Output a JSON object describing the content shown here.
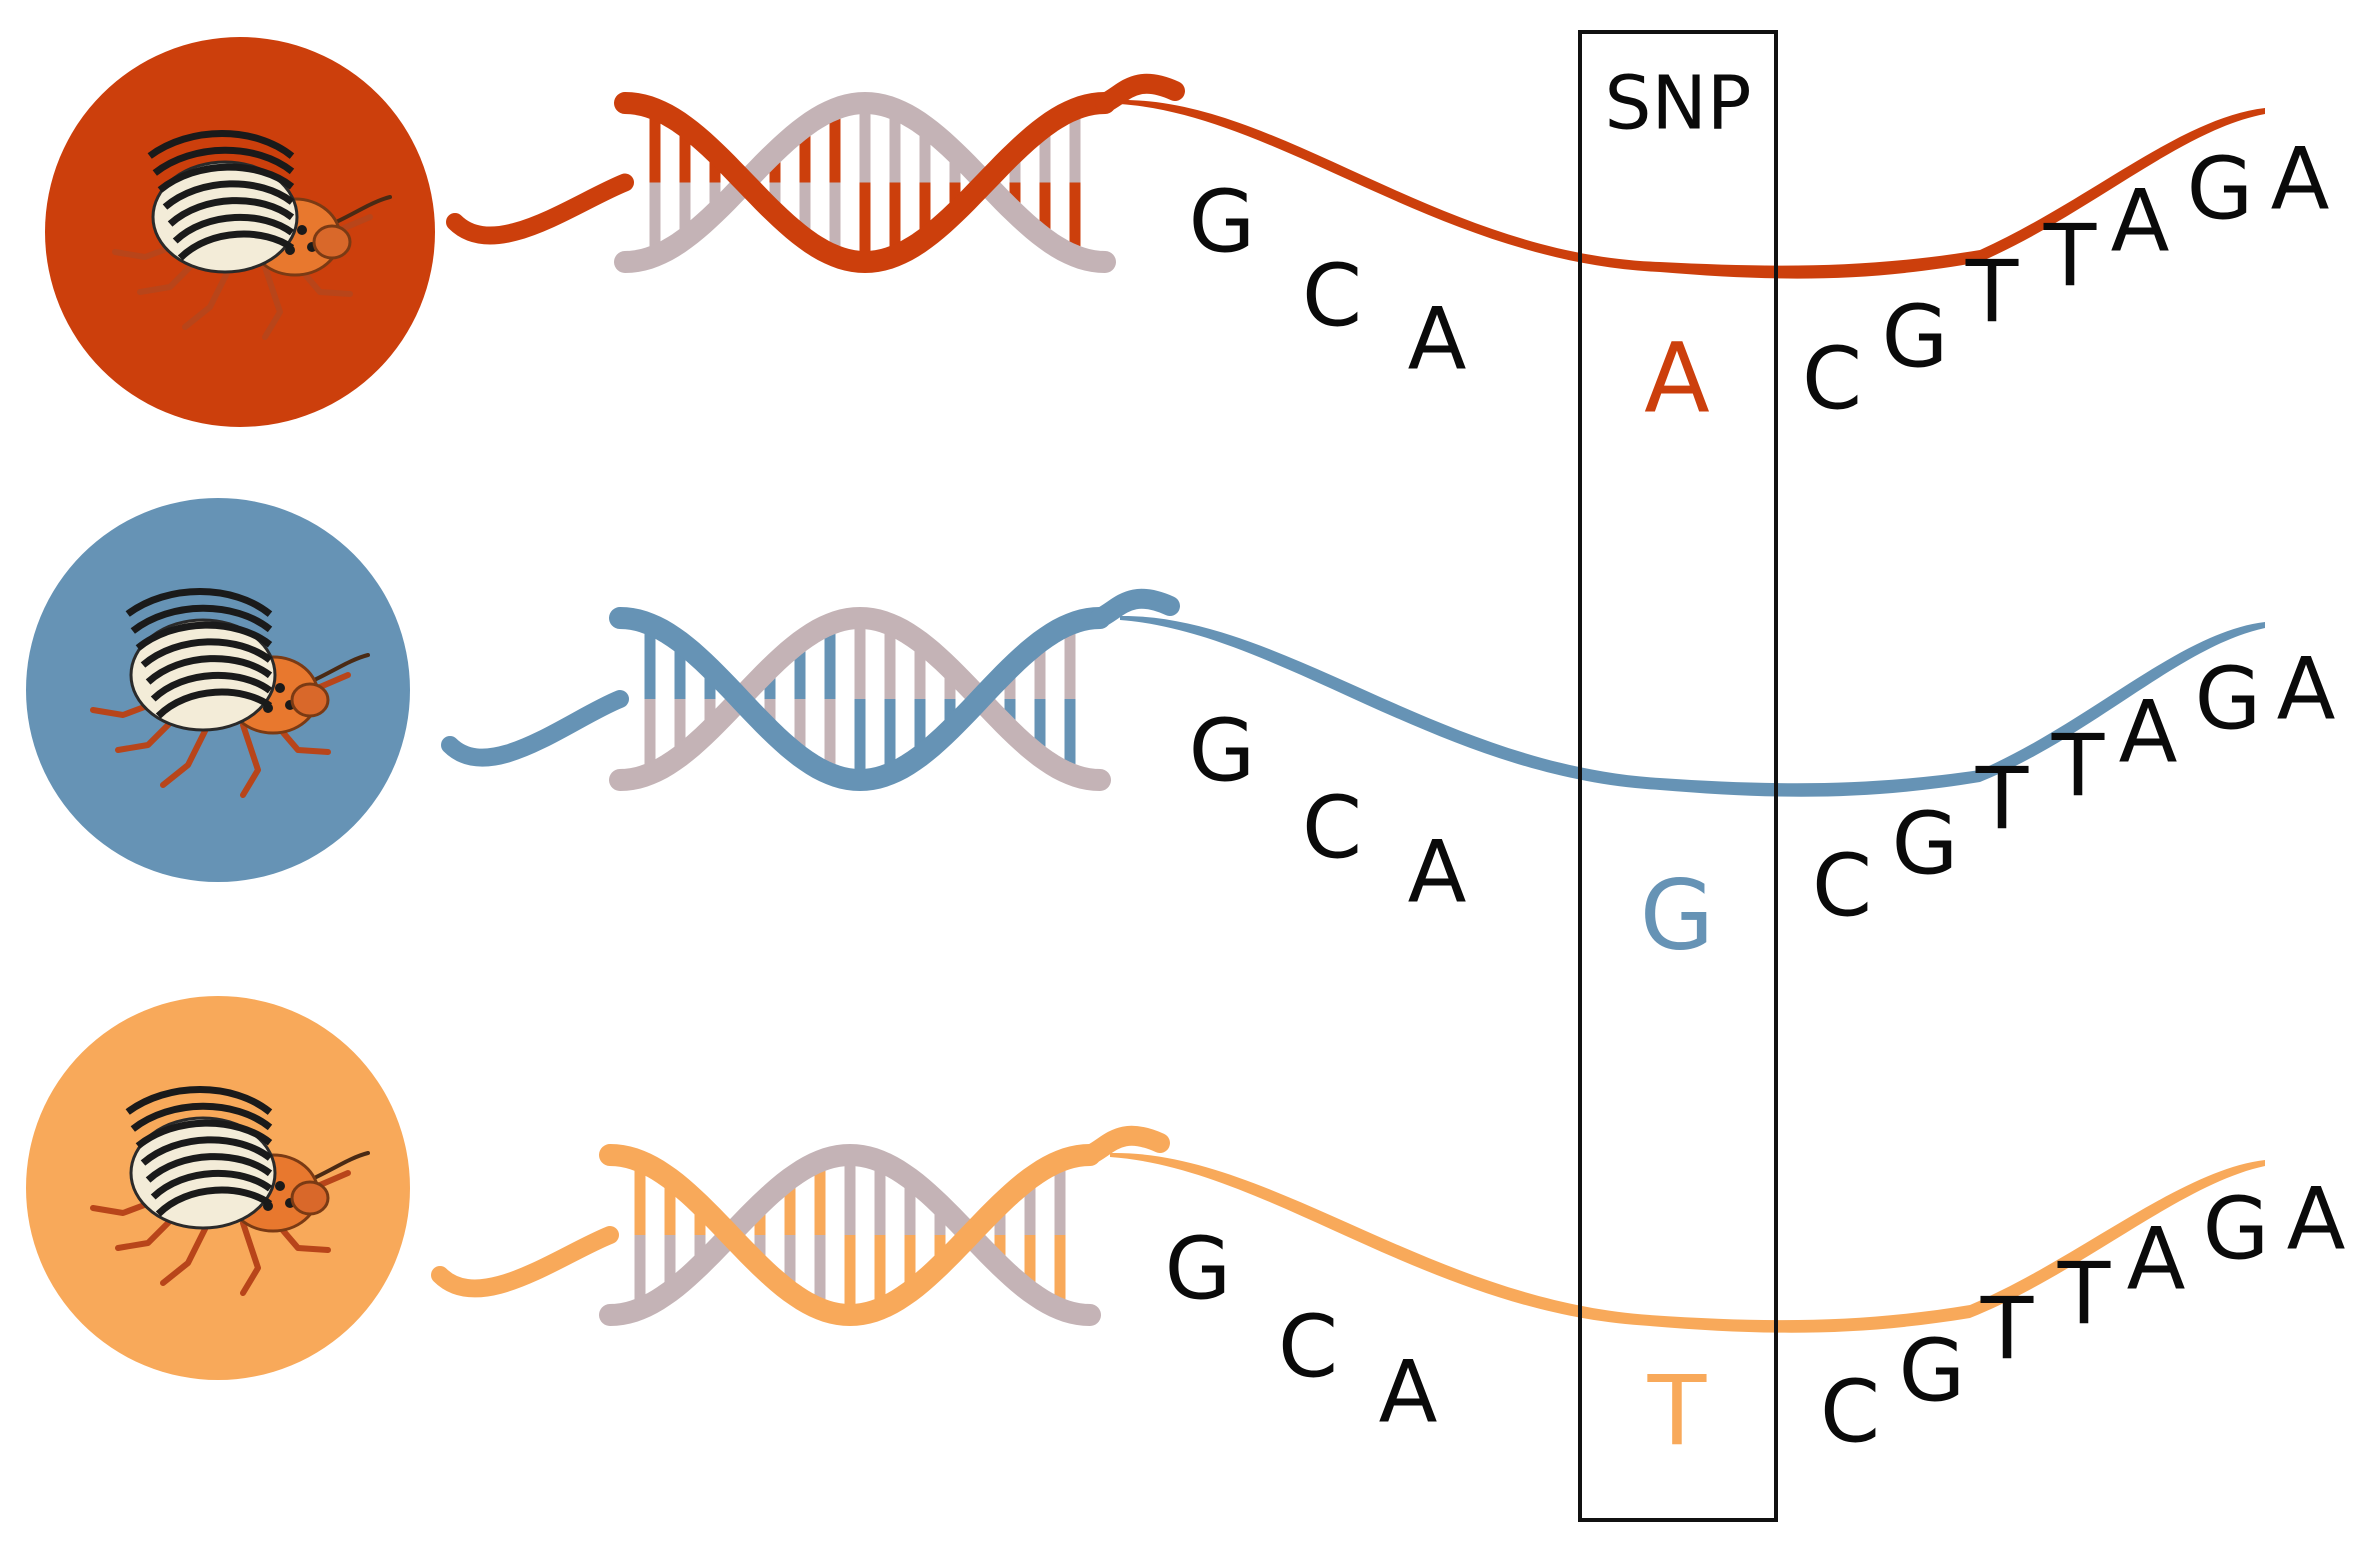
{
  "snp_label": "SNP",
  "colors": {
    "rust": "#cc3f0c",
    "blue": "#6693b5",
    "apricot": "#f8a95a",
    "mauve": "#c4b3b6",
    "outline": "#111111"
  },
  "rows": [
    {
      "id": "rust",
      "color": "#cc3f0c",
      "left_bases": [
        "G",
        "C",
        "A"
      ],
      "snp_base": "A",
      "right_bases": [
        "C",
        "G",
        "T",
        "T",
        "A",
        "G",
        "A"
      ]
    },
    {
      "id": "blue",
      "color": "#6693b5",
      "left_bases": [
        "G",
        "C",
        "A"
      ],
      "snp_base": "G",
      "right_bases": [
        "C",
        "G",
        "T",
        "T",
        "A",
        "G",
        "A"
      ]
    },
    {
      "id": "apricot",
      "color": "#f8a95a",
      "left_bases": [
        "G",
        "C",
        "A"
      ],
      "snp_base": "T",
      "right_bases": [
        "C",
        "G",
        "T",
        "T",
        "A",
        "G",
        "A"
      ]
    }
  ]
}
